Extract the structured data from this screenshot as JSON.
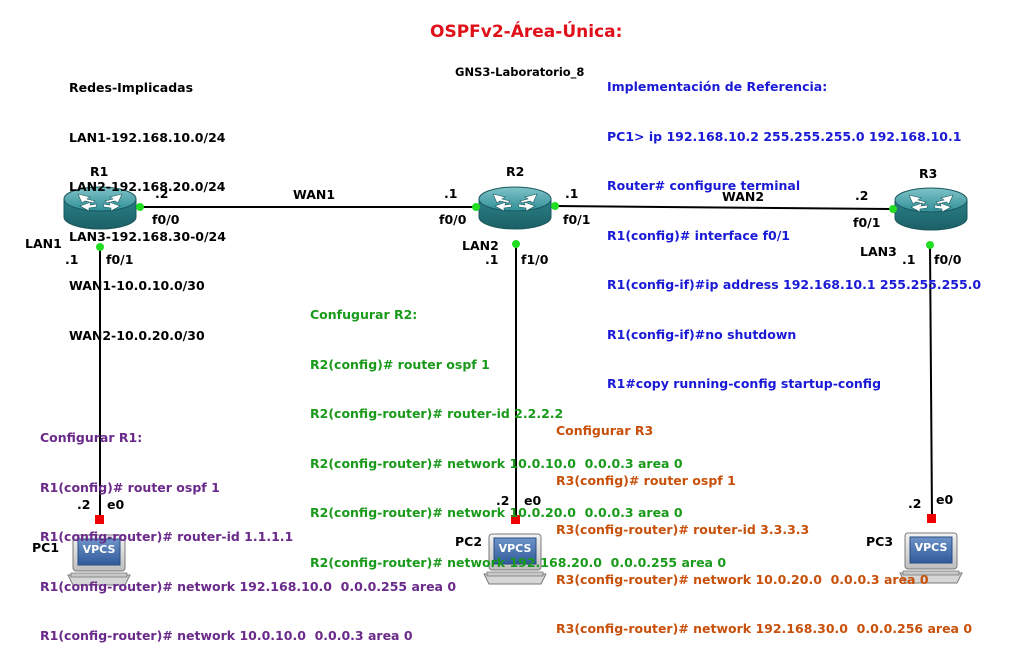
{
  "title": "OSPFv2-Área-Única:",
  "lab_name": "GNS3-Laboratorio_8",
  "networks": {
    "heading": "Redes-Implicadas",
    "lines": [
      "LAN1-192.168.10.0/24",
      "LAN2-192.168.20.0/24",
      "LAN3-192.168.30-0/24",
      "WAN1-10.0.10.0/30",
      "WAN2-10.0.20.0/30"
    ]
  },
  "reference": {
    "heading": "Implementación de Referencia:",
    "lines": [
      "PC1> ip 192.168.10.2 255.255.255.0 192.168.10.1",
      "Router# configure terminal",
      "R1(config)# interface f0/1",
      "R1(config-if)#ip address 192.168.10.1 255.255.255.0",
      "R1(config-if)#no shutdown",
      "R1#copy running-config startup-config"
    ]
  },
  "config_r2": {
    "heading": "Confugurar R2:",
    "lines": [
      "R2(config)# router ospf 1",
      "R2(config-router)# router-id 2.2.2.2",
      "R2(config-router)# network 10.0.10.0  0.0.0.3 area 0",
      "R2(config-router)# network 10.0.20.0  0.0.0.3 area 0",
      "R2(config-router)# network 192.168.20.0  0.0.0.255 area 0"
    ]
  },
  "config_r1": {
    "heading": "Configurar R1:",
    "lines": [
      "R1(config)# router ospf 1",
      "R1(config-router)# router-id 1.1.1.1",
      "R1(config-router)# network 192.168.10.0  0.0.0.255 area 0",
      "R1(config-router)# network 10.0.10.0  0.0.0.3 area 0"
    ]
  },
  "config_r3": {
    "heading": "Configurar R3",
    "lines": [
      "R3(config)# router ospf 1",
      "R3(config-router)# router-id 3.3.3.3",
      "R3(config-router)# network 10.0.20.0  0.0.0.3 area 0",
      "R3(config-router)# network 192.168.30.0  0.0.0.256 area 0"
    ]
  },
  "routers": {
    "r1": {
      "name": "R1",
      "wan_if": "f0/0",
      "wan_ip": ".2",
      "lan_if": "f0/1",
      "lan_ip": ".1",
      "lan": "LAN1"
    },
    "r2": {
      "name": "R2",
      "wan1_if": "f0/0",
      "wan1_ip": ".1",
      "wan2_if": "f0/1",
      "wan2_ip": ".1",
      "lan_if": "f1/0",
      "lan_ip": ".1",
      "lan": "LAN2"
    },
    "r3": {
      "name": "R3",
      "wan_if": "f0/1",
      "wan_ip": ".2",
      "lan_if": "f0/0",
      "lan_ip": ".1",
      "lan": "LAN3"
    }
  },
  "links": {
    "wan1": "WAN1",
    "wan2": "WAN2"
  },
  "pcs": {
    "pc1": {
      "name": "PC1",
      "if": "e0",
      "ip": ".2",
      "badge": "VPCS"
    },
    "pc2": {
      "name": "PC2",
      "if": "e0",
      "ip": ".2",
      "badge": "VPCS"
    },
    "pc3": {
      "name": "PC3",
      "if": "e0",
      "ip": ".2",
      "badge": "VPCS"
    }
  },
  "colors": {
    "title": "#e0101a",
    "reference": "#1a1ad6",
    "r2": "#1a9a1a",
    "r1": "#6a2a8a",
    "r3": "#c8500a",
    "router_body": "#2a8a92",
    "link_dot": "#22dd22",
    "pc_dot": "#ee0000"
  },
  "icons": {
    "router": "router-icon",
    "pc": "vpcs-pc-icon"
  }
}
